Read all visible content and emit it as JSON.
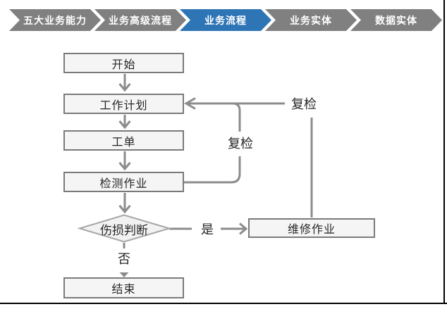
{
  "nav": {
    "items": [
      {
        "label": "五大业务能力",
        "active": false
      },
      {
        "label": "业务高级流程",
        "active": false
      },
      {
        "label": "业务流程",
        "active": true
      },
      {
        "label": "业务实体",
        "active": false
      },
      {
        "label": "数据实体",
        "active": false
      }
    ],
    "colors": {
      "inactive": "#808080",
      "active": "#2E75B6",
      "text": "#FFFFFF"
    }
  },
  "flowchart": {
    "nodes": {
      "start": "开始",
      "work_plan": "工作计划",
      "work_order": "工单",
      "inspection": "检测作业",
      "damage_decision": "伤损判断",
      "repair": "维修作业",
      "end": "结束"
    },
    "edge_labels": {
      "recheck_inner": "复检",
      "recheck_outer": "复检",
      "yes": "是",
      "no": "否"
    },
    "edges": [
      {
        "from": "start",
        "to": "work_plan"
      },
      {
        "from": "work_plan",
        "to": "work_order"
      },
      {
        "from": "work_order",
        "to": "inspection"
      },
      {
        "from": "inspection",
        "to": "damage_decision"
      },
      {
        "from": "damage_decision",
        "to": "repair",
        "label": "是"
      },
      {
        "from": "damage_decision",
        "to": "end",
        "label": "否"
      },
      {
        "from": "inspection",
        "to": "work_plan",
        "label": "复检"
      },
      {
        "from": "repair",
        "to": "work_plan",
        "label": "复检"
      }
    ],
    "colors": {
      "line": "#8C8C8C",
      "box_fill": "#F5F5F5",
      "box_border": "#7A7A7A",
      "diamond_fill": "#F2F2F2",
      "diamond_border": "#A6A6A6",
      "text": "#262626"
    }
  }
}
